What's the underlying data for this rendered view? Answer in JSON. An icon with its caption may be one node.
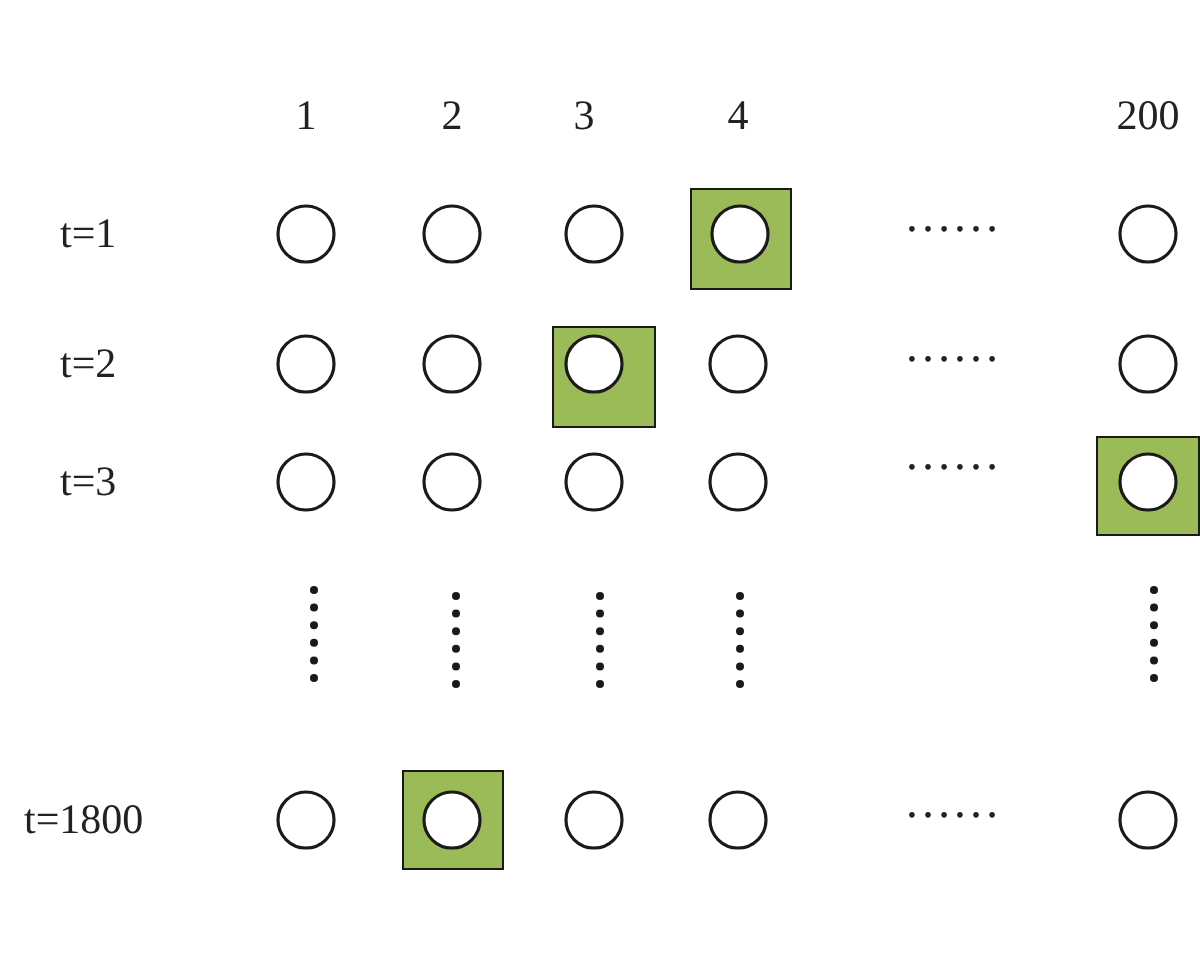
{
  "diagram": {
    "nodes": [
      {
        "text": [],
        "shape": "circle"
      },
      {
        "text": [],
        "shape": "circle"
      },
      {
        "text": [],
        "shape": "circle"
      },
      {
        "text": [],
        "shape": "box"
      },
      {
        "text": [],
        "shape": "circle",
        "in": 3
      },
      {
        "text": [],
        "shape": "circle"
      },
      {
        "text": [],
        "shape": "circle"
      },
      {
        "text": [],
        "shape": "circle"
      },
      {
        "text": [],
        "shape": "box"
      },
      {
        "text": [],
        "shape": "circle",
        "in": 8
      },
      {
        "text": [],
        "shape": "circle"
      },
      {
        "text": [],
        "shape": "circle"
      },
      {
        "text": [],
        "shape": "circle"
      },
      {
        "text": [],
        "shape": "circle"
      },
      {
        "text": [],
        "shape": "circle"
      },
      {
        "text": [],
        "shape": "circle"
      },
      {
        "text": [],
        "shape": "box"
      },
      {
        "text": [],
        "shape": "circle",
        "in": 16
      },
      {
        "text": [],
        "shape": "circle"
      },
      {
        "text": [],
        "shape": "box"
      },
      {
        "text": [],
        "shape": "circle",
        "in": 19
      },
      {
        "text": [],
        "shape": "circle"
      },
      {
        "text": [],
        "shape": "circle"
      },
      {
        "text": [],
        "shape": "circle"
      }
    ],
    "labels": [
      "1",
      "2",
      "3",
      "4",
      "200",
      "t=1",
      "……",
      "t=2",
      "……",
      "t=3",
      "……",
      "t=1800",
      "……"
    ]
  }
}
